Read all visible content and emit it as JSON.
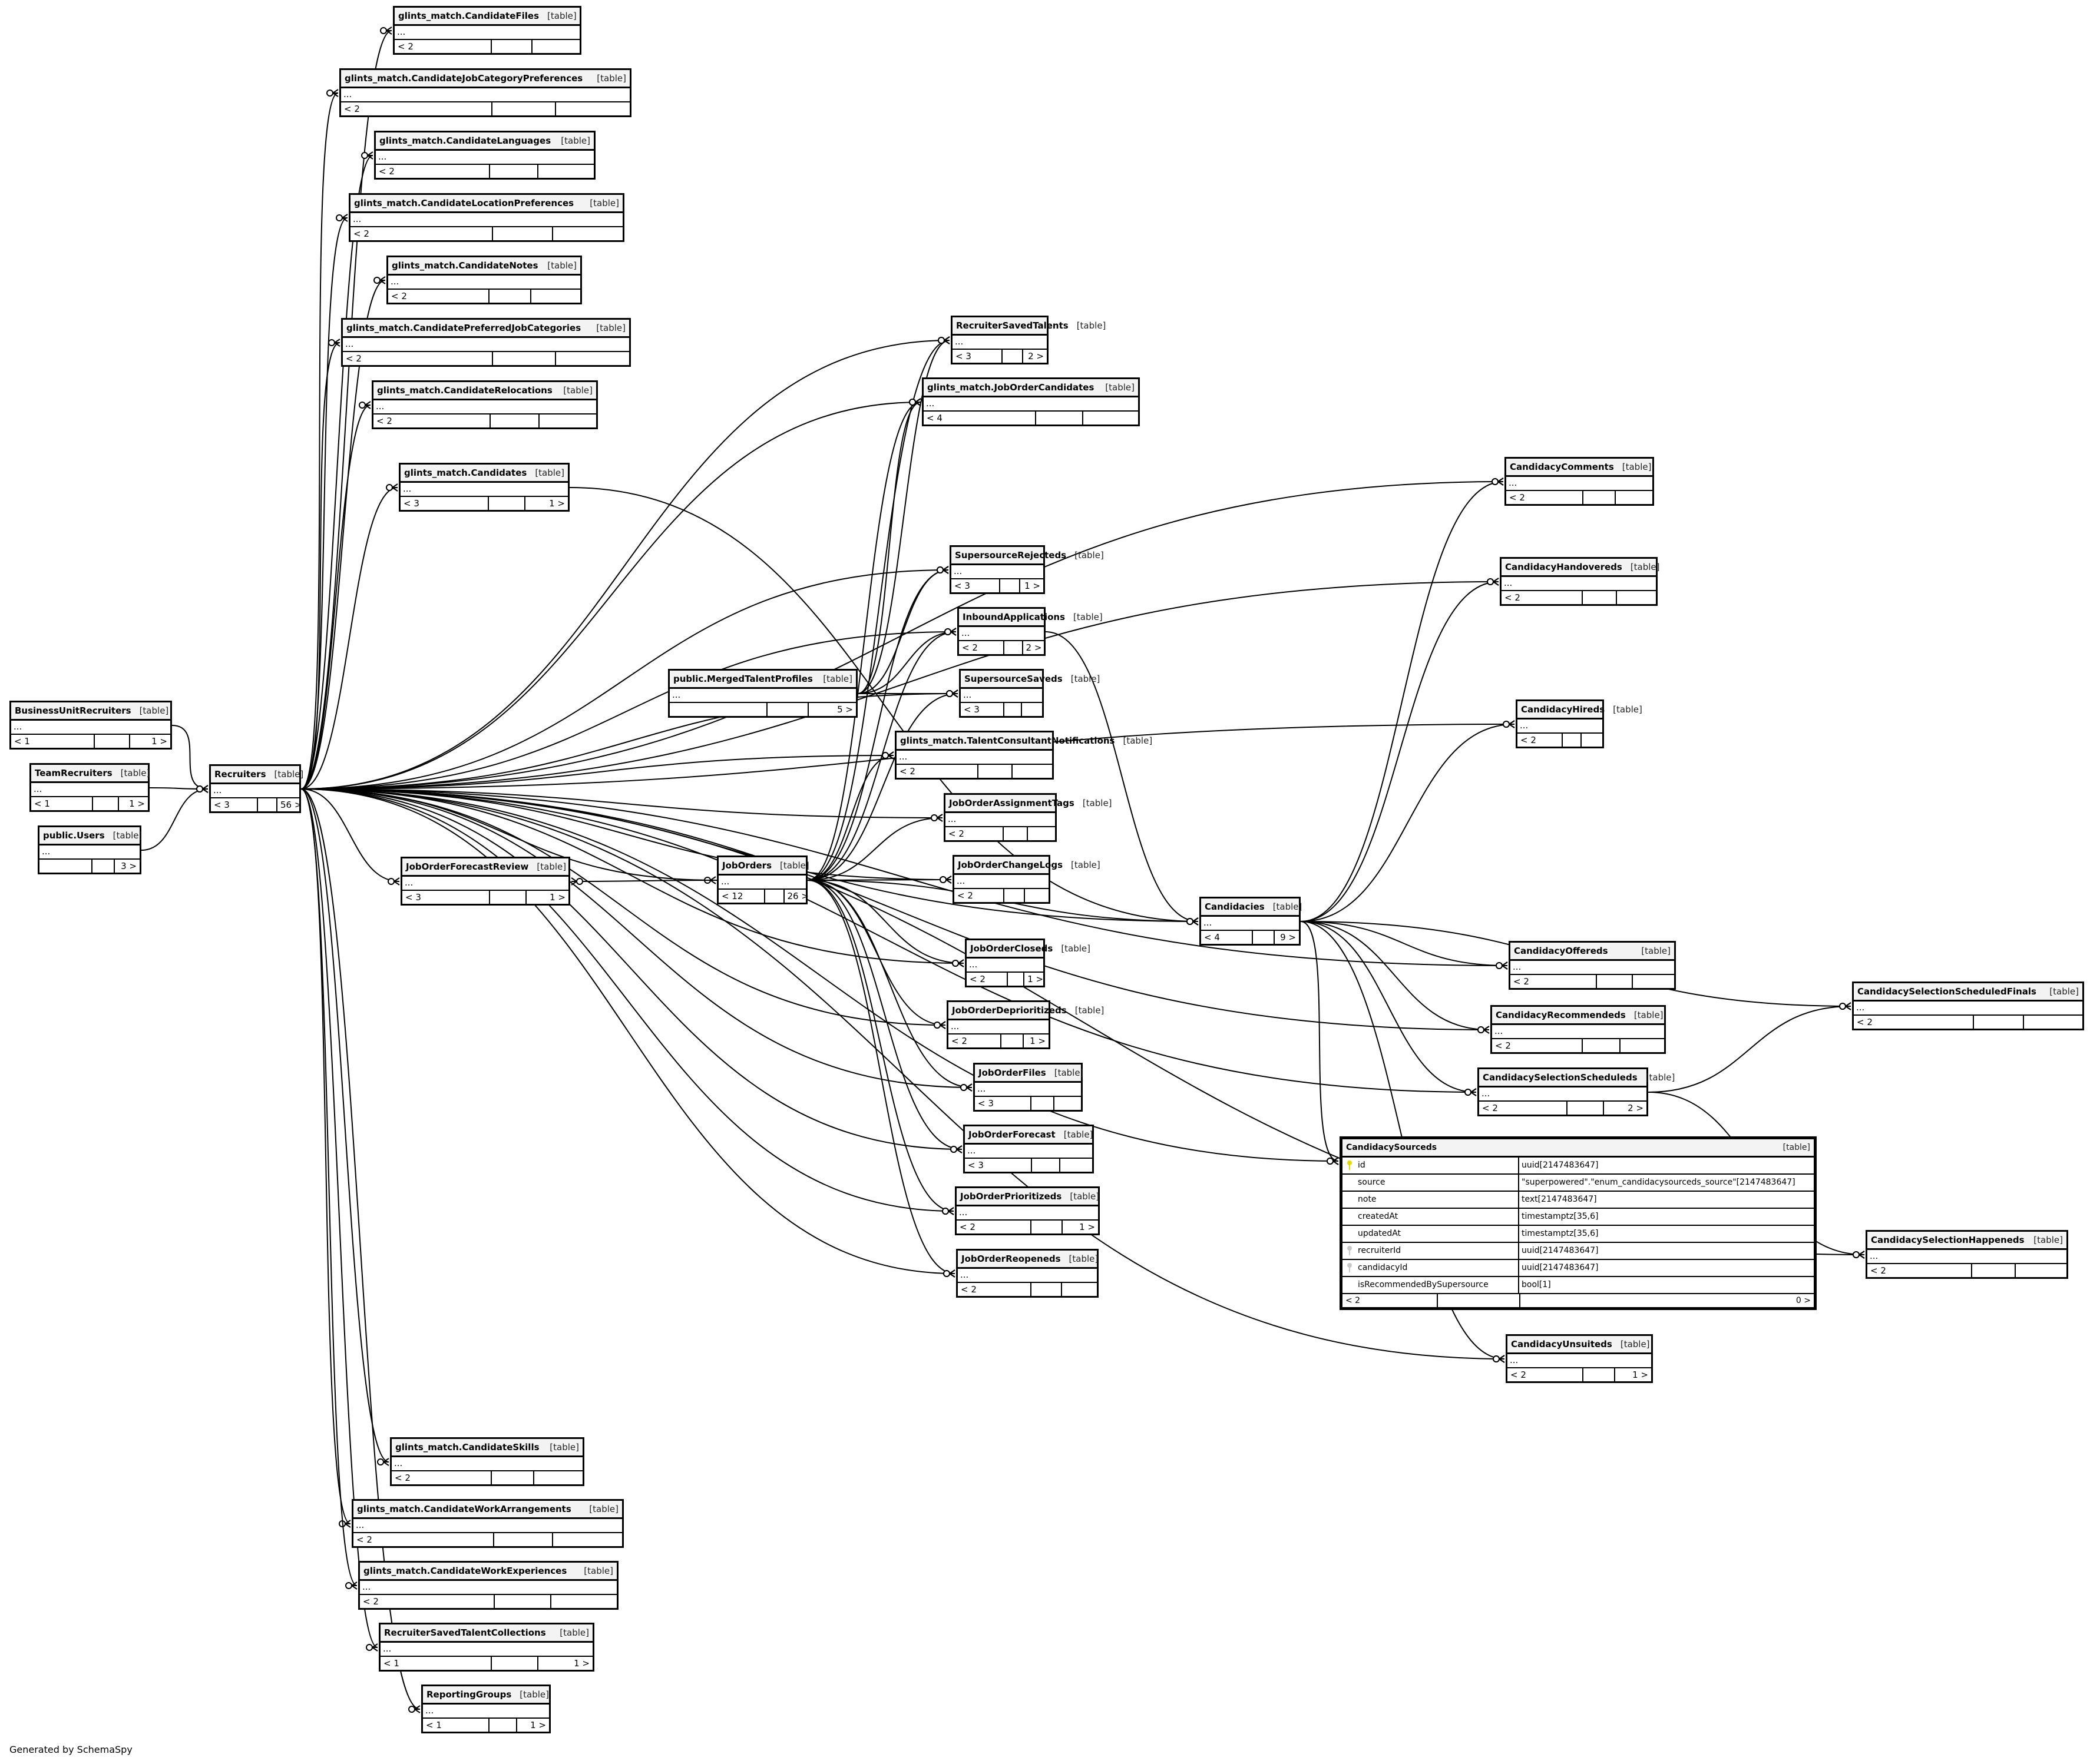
{
  "diagram": {
    "type_label": "[table]",
    "ellipsis": "...",
    "footer": "Generated by SchemaSpy",
    "focus_table": {
      "name": "CandidacySourceds",
      "columns": [
        {
          "name": "id",
          "type": "uuid[2147483647]",
          "key": "pk"
        },
        {
          "name": "source",
          "type": "\"superpowered\".\"enum_candidacysourceds_source\"[2147483647]",
          "key": ""
        },
        {
          "name": "note",
          "type": "text[2147483647]",
          "key": ""
        },
        {
          "name": "createdAt",
          "type": "timestamptz[35,6]",
          "key": ""
        },
        {
          "name": "updatedAt",
          "type": "timestamptz[35,6]",
          "key": ""
        },
        {
          "name": "recruiterId",
          "type": "uuid[2147483647]",
          "key": "fk"
        },
        {
          "name": "candidacyId",
          "type": "uuid[2147483647]",
          "key": "fk"
        },
        {
          "name": "isRecommendedBySupersource",
          "type": "bool[1]",
          "key": ""
        }
      ],
      "parents": "< 2",
      "children": "0 >"
    },
    "tables": [
      {
        "id": "t0",
        "name": "glints_match.CandidateFiles",
        "parents": "< 2",
        "children": ""
      },
      {
        "id": "t1",
        "name": "glints_match.CandidateJobCategoryPreferences",
        "parents": "< 2",
        "children": ""
      },
      {
        "id": "t2",
        "name": "glints_match.CandidateLanguages",
        "parents": "< 2",
        "children": ""
      },
      {
        "id": "t3",
        "name": "glints_match.CandidateLocationPreferences",
        "parents": "< 2",
        "children": ""
      },
      {
        "id": "t4",
        "name": "glints_match.CandidateNotes",
        "parents": "< 2",
        "children": ""
      },
      {
        "id": "t5",
        "name": "glints_match.CandidatePreferredJobCategories",
        "parents": "< 2",
        "children": ""
      },
      {
        "id": "t6",
        "name": "glints_match.CandidateRelocations",
        "parents": "< 2",
        "children": ""
      },
      {
        "id": "t7",
        "name": "glints_match.Candidates",
        "parents": "< 3",
        "children": "1 >"
      },
      {
        "id": "t8",
        "name": "BusinessUnitRecruiters",
        "parents": "< 1",
        "children": "1 >"
      },
      {
        "id": "t9",
        "name": "TeamRecruiters",
        "parents": "< 1",
        "children": "1 >"
      },
      {
        "id": "t10",
        "name": "public.Users",
        "parents": "",
        "children": "3 >"
      },
      {
        "id": "t11",
        "name": "Recruiters",
        "parents": "< 3",
        "children": "56 >"
      },
      {
        "id": "t12",
        "name": "JobOrderForecastReview",
        "parents": "< 3",
        "children": "1 >"
      },
      {
        "id": "t13",
        "name": "public.MergedTalentProfiles",
        "parents": "",
        "children": "5 >"
      },
      {
        "id": "t14",
        "name": "JobOrders",
        "parents": "< 12",
        "children": "26 >"
      },
      {
        "id": "t15",
        "name": "RecruiterSavedTalents",
        "parents": "< 3",
        "children": "2 >"
      },
      {
        "id": "t16",
        "name": "glints_match.JobOrderCandidates",
        "parents": "< 4",
        "children": ""
      },
      {
        "id": "t17",
        "name": "SupersourceRejecteds",
        "parents": "< 3",
        "children": "1 >"
      },
      {
        "id": "t18",
        "name": "InboundApplications",
        "parents": "< 2",
        "children": "2 >"
      },
      {
        "id": "t19",
        "name": "SupersourceSaveds",
        "parents": "< 3",
        "children": ""
      },
      {
        "id": "t20",
        "name": "glints_match.TalentConsultantNotifications",
        "parents": "< 2",
        "children": ""
      },
      {
        "id": "t21",
        "name": "JobOrderAssignmentTags",
        "parents": "< 2",
        "children": ""
      },
      {
        "id": "t22",
        "name": "JobOrderChangeLogs",
        "parents": "< 2",
        "children": ""
      },
      {
        "id": "t23",
        "name": "JobOrderCloseds",
        "parents": "< 2",
        "children": "1 >"
      },
      {
        "id": "t24",
        "name": "JobOrderDeprioritizeds",
        "parents": "< 2",
        "children": "1 >"
      },
      {
        "id": "t25",
        "name": "JobOrderFiles",
        "parents": "< 3",
        "children": ""
      },
      {
        "id": "t26",
        "name": "JobOrderForecast",
        "parents": "< 3",
        "children": ""
      },
      {
        "id": "t27",
        "name": "JobOrderPrioritizeds",
        "parents": "< 2",
        "children": "1 >"
      },
      {
        "id": "t28",
        "name": "JobOrderReopeneds",
        "parents": "< 2",
        "children": ""
      },
      {
        "id": "t29",
        "name": "Candidacies",
        "parents": "< 4",
        "children": "9 >"
      },
      {
        "id": "t30",
        "name": "CandidacyComments",
        "parents": "< 2",
        "children": ""
      },
      {
        "id": "t31",
        "name": "CandidacyHandovereds",
        "parents": "< 2",
        "children": ""
      },
      {
        "id": "t32",
        "name": "CandidacyHireds",
        "parents": "< 2",
        "children": ""
      },
      {
        "id": "t33",
        "name": "CandidacyOffereds",
        "parents": "< 2",
        "children": ""
      },
      {
        "id": "t34",
        "name": "CandidacyRecommendeds",
        "parents": "< 2",
        "children": ""
      },
      {
        "id": "t35",
        "name": "CandidacySelectionScheduleds",
        "parents": "< 2",
        "children": "2 >"
      },
      {
        "id": "t36",
        "name": "CandidacySelectionScheduledFinals",
        "parents": "< 2",
        "children": ""
      },
      {
        "id": "t37",
        "name": "CandidacySelectionHappeneds",
        "parents": "< 2",
        "children": ""
      },
      {
        "id": "t38",
        "name": "CandidacyUnsuiteds",
        "parents": "< 2",
        "children": "1 >"
      },
      {
        "id": "t39",
        "name": "glints_match.CandidateSkills",
        "parents": "< 2",
        "children": ""
      },
      {
        "id": "t40",
        "name": "glints_match.CandidateWorkArrangements",
        "parents": "< 2",
        "children": ""
      },
      {
        "id": "t41",
        "name": "glints_match.CandidateWorkExperiences",
        "parents": "< 2",
        "children": ""
      },
      {
        "id": "t42",
        "name": "RecruiterSavedTalentCollections",
        "parents": "< 1",
        "children": "1 >"
      },
      {
        "id": "t43",
        "name": "ReportingGroups",
        "parents": "< 1",
        "children": "1 >"
      }
    ],
    "relationships": [
      [
        "t8",
        "t11"
      ],
      [
        "t9",
        "t11"
      ],
      [
        "t10",
        "t11"
      ],
      [
        "t11",
        "t0"
      ],
      [
        "t11",
        "t1"
      ],
      [
        "t11",
        "t2"
      ],
      [
        "t11",
        "t3"
      ],
      [
        "t11",
        "t4"
      ],
      [
        "t11",
        "t5"
      ],
      [
        "t11",
        "t6"
      ],
      [
        "t11",
        "t7"
      ],
      [
        "t11",
        "t15"
      ],
      [
        "t11",
        "t16"
      ],
      [
        "t11",
        "t17"
      ],
      [
        "t11",
        "t18"
      ],
      [
        "t11",
        "t19"
      ],
      [
        "t11",
        "t20"
      ],
      [
        "t11",
        "t21"
      ],
      [
        "t11",
        "t22"
      ],
      [
        "t11",
        "t12"
      ],
      [
        "t11",
        "t14"
      ],
      [
        "t11",
        "t23"
      ],
      [
        "t11",
        "t24"
      ],
      [
        "t11",
        "t25"
      ],
      [
        "t11",
        "t26"
      ],
      [
        "t11",
        "t27"
      ],
      [
        "t11",
        "t28"
      ],
      [
        "t11",
        "t29"
      ],
      [
        "t11",
        "t30"
      ],
      [
        "t11",
        "t31"
      ],
      [
        "t11",
        "t32"
      ],
      [
        "t11",
        "t33"
      ],
      [
        "t11",
        "t34"
      ],
      [
        "t11",
        "t35"
      ],
      [
        "t11",
        "t37"
      ],
      [
        "t11",
        "t38"
      ],
      [
        "t11",
        "fs"
      ],
      [
        "t11",
        "t39"
      ],
      [
        "t11",
        "t40"
      ],
      [
        "t11",
        "t41"
      ],
      [
        "t11",
        "t42"
      ],
      [
        "t11",
        "t43"
      ],
      [
        "t7",
        "t29"
      ],
      [
        "t13",
        "t15"
      ],
      [
        "t13",
        "t16"
      ],
      [
        "t13",
        "t17"
      ],
      [
        "t13",
        "t18"
      ],
      [
        "t13",
        "t19"
      ],
      [
        "t14",
        "t12"
      ],
      [
        "t14",
        "t15"
      ],
      [
        "t14",
        "t16"
      ],
      [
        "t14",
        "t17"
      ],
      [
        "t14",
        "t18"
      ],
      [
        "t14",
        "t19"
      ],
      [
        "t14",
        "t20"
      ],
      [
        "t14",
        "t21"
      ],
      [
        "t14",
        "t22"
      ],
      [
        "t14",
        "t23"
      ],
      [
        "t14",
        "t24"
      ],
      [
        "t14",
        "t25"
      ],
      [
        "t14",
        "t26"
      ],
      [
        "t14",
        "t27"
      ],
      [
        "t14",
        "t28"
      ],
      [
        "t14",
        "t29"
      ],
      [
        "t18",
        "t29"
      ],
      [
        "t29",
        "t30"
      ],
      [
        "t29",
        "t31"
      ],
      [
        "t29",
        "t32"
      ],
      [
        "t29",
        "t33"
      ],
      [
        "t29",
        "t34"
      ],
      [
        "t29",
        "t35"
      ],
      [
        "t29",
        "t36"
      ],
      [
        "t29",
        "t38"
      ],
      [
        "t29",
        "fs"
      ],
      [
        "t35",
        "t36"
      ],
      [
        "t35",
        "t37"
      ]
    ]
  }
}
